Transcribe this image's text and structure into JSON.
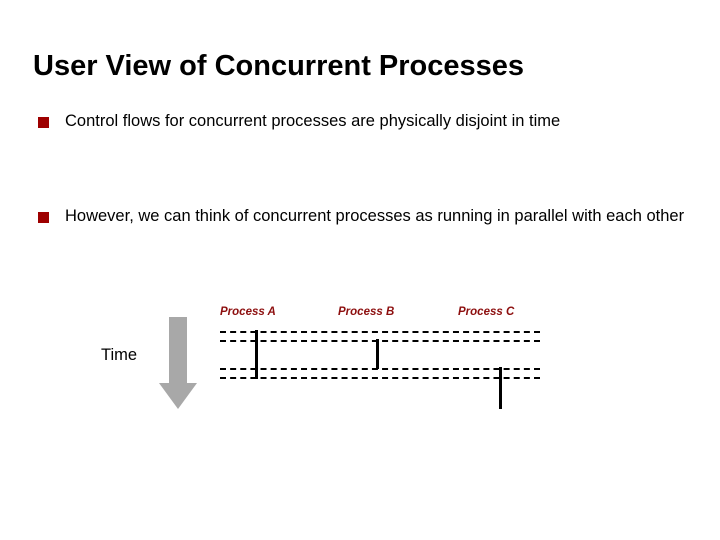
{
  "slide": {
    "title": "User View of Concurrent Processes",
    "bullets": [
      {
        "marker": "square-bullet",
        "text": "Control flows for concurrent processes are physically disjoint in time"
      },
      {
        "marker": "square-bullet",
        "text": "However, we can think of concurrent processes as running in parallel with each other"
      }
    ],
    "diagram": {
      "time_axis_label": "Time",
      "time_arrow_direction": "down",
      "processes": [
        {
          "label": "Process A",
          "starts_at_line": 1,
          "ends_at_line": 4
        },
        {
          "label": "Process B",
          "starts_at_line": 2,
          "ends_at_line": 3
        },
        {
          "label": "Process C",
          "starts_at_line": 3,
          "ends_at_line": 5
        }
      ],
      "timeline_rows": 4,
      "row_style": "dashed"
    }
  },
  "colors": {
    "bullet_marker": "#9e0000",
    "process_label": "#8d0f0f",
    "timeline": "#000000",
    "time_arrow": "#a8a8a8",
    "background": "#ffffff",
    "text": "#000000"
  }
}
